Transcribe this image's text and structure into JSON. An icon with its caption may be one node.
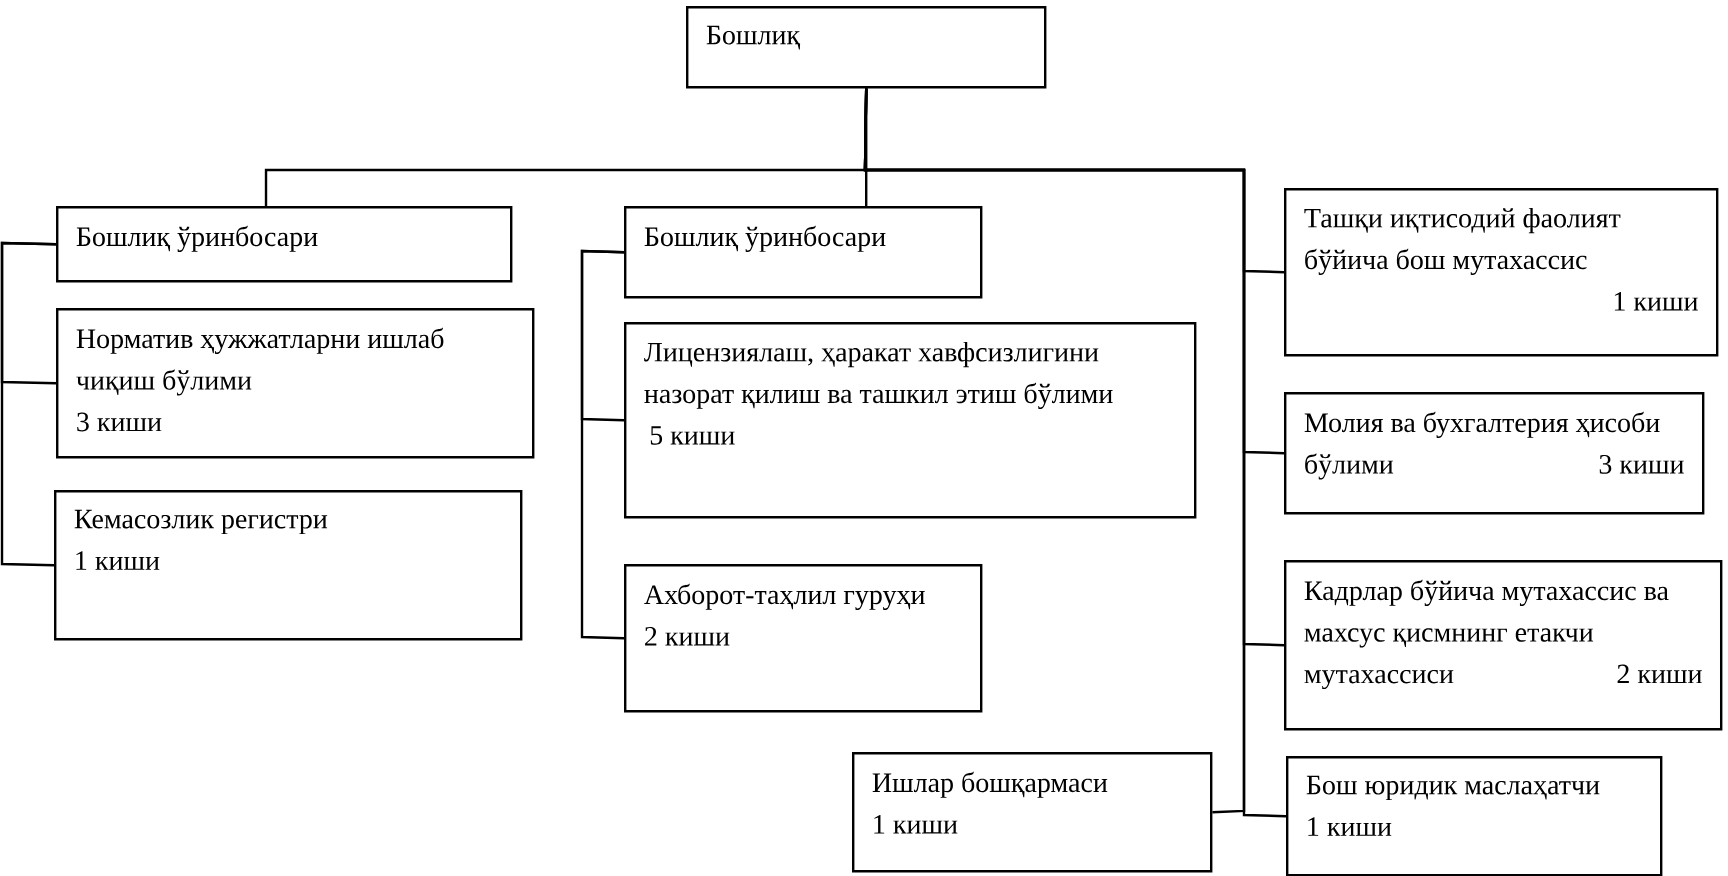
{
  "diagram": {
    "nodes": [
      {
        "text": [
          "Бошлиқ"
        ]
      },
      {
        "text": [
          "Бошлиқ ўринбосари"
        ]
      },
      {
        "text": [
          "Норматив ҳужжатларни ишлаб чиқиш бўлими",
          "3 киши"
        ]
      },
      {
        "text": [
          "Кемасозлик регистри",
          "1 киши"
        ]
      },
      {
        "text": [
          "Бошлиқ ўринбосари"
        ]
      },
      {
        "text": [
          "Лицензиялаш, ҳаракат хавфсизлигини назорат қилиш ва ташкил этиш бўлими",
          "5 киши"
        ]
      },
      {
        "text": [
          "Ахборот-таҳлил гуруҳи",
          "2 киши"
        ]
      },
      {
        "text": [
          "Ташқи иқтисодий фаолият бўйича бош мутахассис",
          "1 киши"
        ]
      },
      {
        "text": [
          "Молия ва бухгалтерия ҳисоби бўлими",
          "3 киши"
        ]
      },
      {
        "text": [
          "Кадрлар бўйича мутахассис ва махсус қисмнинг етакчи мутахассиси",
          "2 киши"
        ]
      },
      {
        "text": [
          "Ишлар бошқармаси",
          "1 киши"
        ]
      },
      {
        "text": [
          "Бош юридик маслаҳатчи",
          "1 киши"
        ]
      }
    ],
    "edges": [
      {
        "from": 0,
        "to": 1,
        "arrow": "none"
      },
      {
        "from": 0,
        "to": 4,
        "arrow": "none"
      },
      {
        "from": 0,
        "to": 7,
        "arrow": "none"
      },
      {
        "from": 0,
        "to": 8,
        "arrow": "none"
      },
      {
        "from": 0,
        "to": 9,
        "arrow": "none"
      },
      {
        "from": 0,
        "to": 10,
        "arrow": "none"
      },
      {
        "from": 0,
        "to": 11,
        "arrow": "none"
      },
      {
        "from": 1,
        "to": 2,
        "arrow": "none"
      },
      {
        "from": 1,
        "to": 3,
        "arrow": "none"
      },
      {
        "from": 4,
        "to": 5,
        "arrow": "none"
      },
      {
        "from": 4,
        "to": 6,
        "arrow": "none"
      }
    ]
  }
}
